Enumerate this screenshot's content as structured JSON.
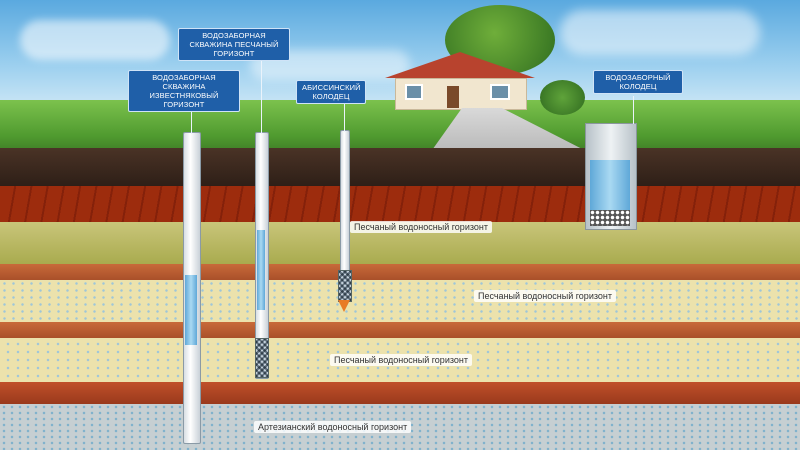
{
  "callouts": {
    "sand_well": "Водозаборная скважина песчаный горизонт",
    "limestone_well": "Водозаборная скважина известняковый горизонт",
    "abyssinian": "Абиссинский колодец",
    "dug_well": "Водозаборный колодец"
  },
  "aquifers": {
    "sand_1": "Песчаный водоносный горизонт",
    "sand_2": "Песчаный водоносный горизонт",
    "sand_3": "Песчаный водоносный горизонт",
    "artesian": "Артезианский водоносный горизонт"
  },
  "colors": {
    "sky": "#8fc8ea",
    "grass": "#5aa83a",
    "topsoil": "#3d2a1f",
    "clay": "#c9683a",
    "sand": "#e8dfa6",
    "green_sand": "#b8b65a",
    "artesian": "#aebfc6",
    "callout_bg": "#1f5fa8",
    "water": "#6fb4e0"
  },
  "icons": [
    "house-icon",
    "tree-icon",
    "drill-bit-icon"
  ]
}
